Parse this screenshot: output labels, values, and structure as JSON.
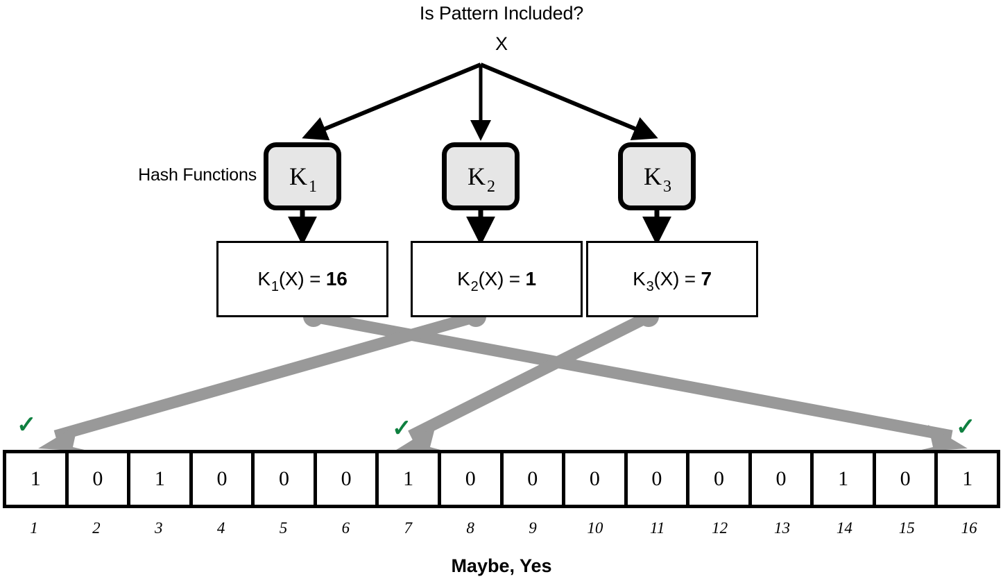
{
  "diagram": {
    "title": "Is Pattern Included?",
    "input_label": "X",
    "hash_functions_label": "Hash Functions",
    "bottom_label": "Maybe, Yes",
    "colors": {
      "connector_gray": "#999999",
      "check_green": "#0f8040",
      "hash_box_fill": "#e6e6e6",
      "stroke_black": "#000000"
    },
    "hash_boxes": [
      {
        "name": "K",
        "sub": "1"
      },
      {
        "name": "K",
        "sub": "2"
      },
      {
        "name": "K",
        "sub": "3"
      }
    ],
    "results": [
      {
        "fn": "K",
        "sub": "1",
        "arg": "(X) = ",
        "value": "16"
      },
      {
        "fn": "K",
        "sub": "2",
        "arg": "(X) = ",
        "value": "1"
      },
      {
        "fn": "K",
        "sub": "3",
        "arg": "(X) = ",
        "value": "7"
      }
    ],
    "bit_array": {
      "bits": [
        "1",
        "0",
        "1",
        "0",
        "0",
        "0",
        "1",
        "0",
        "0",
        "0",
        "0",
        "0",
        "0",
        "1",
        "0",
        "1"
      ],
      "indices": [
        "1",
        "2",
        "3",
        "4",
        "5",
        "6",
        "7",
        "8",
        "9",
        "10",
        "11",
        "12",
        "13",
        "14",
        "15",
        "16"
      ]
    },
    "checks": [
      {
        "glyph": "✓",
        "cell": "1"
      },
      {
        "glyph": "✓",
        "cell": "7"
      },
      {
        "glyph": "✓",
        "cell": "16"
      }
    ]
  }
}
